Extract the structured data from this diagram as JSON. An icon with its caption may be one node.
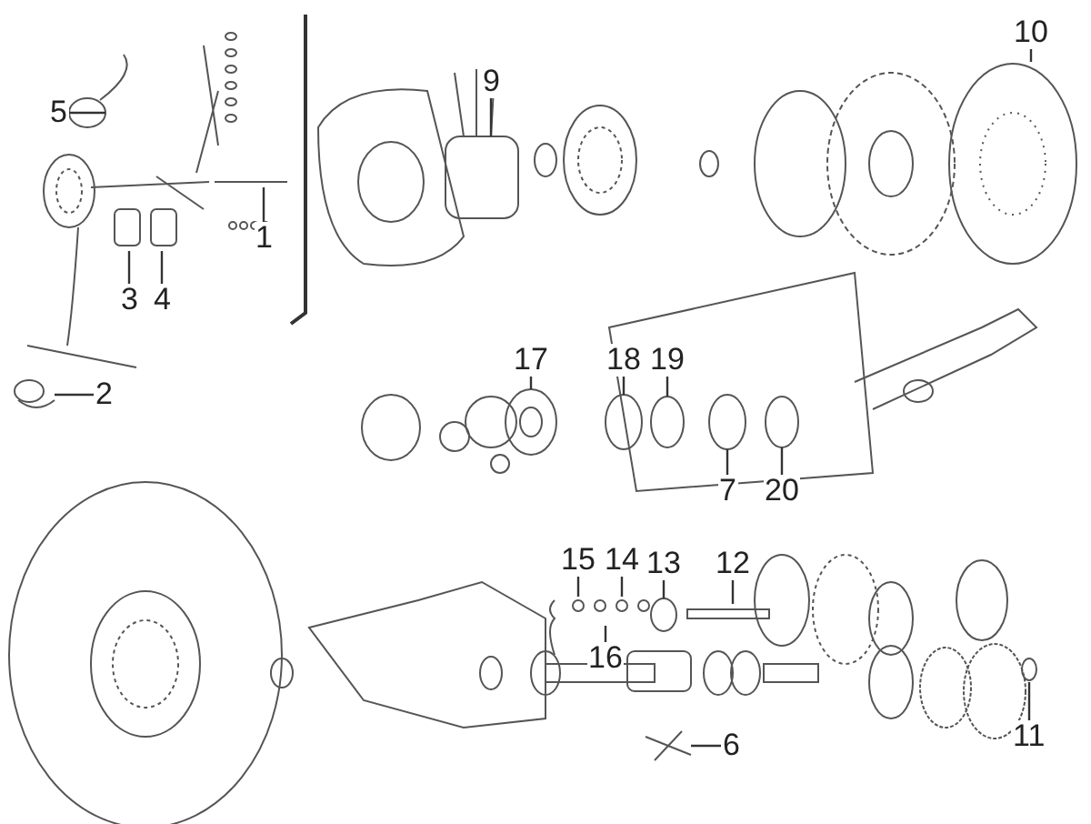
{
  "diagram": {
    "nodes": [
      {
        "text": [
          "10"
        ]
      },
      {
        "text": [
          "9"
        ]
      },
      {
        "text": [
          "5"
        ]
      },
      {
        "text": [
          "1"
        ]
      },
      {
        "text": [
          "3"
        ]
      },
      {
        "text": [
          "4"
        ]
      },
      {
        "text": [
          "17"
        ]
      },
      {
        "text": [
          "18"
        ]
      },
      {
        "text": [
          "19"
        ]
      },
      {
        "text": [
          "2"
        ]
      },
      {
        "text": [
          "7"
        ]
      },
      {
        "text": [
          "20"
        ]
      },
      {
        "text": [
          "15"
        ]
      },
      {
        "text": [
          "14"
        ]
      },
      {
        "text": [
          "13"
        ]
      },
      {
        "text": [
          "12"
        ]
      },
      {
        "text": [
          "16"
        ]
      },
      {
        "text": [
          "11"
        ]
      },
      {
        "text": [
          "6"
        ]
      }
    ],
    "edges": [
      {
        "from": 0,
        "to": null,
        "arrow": "none"
      },
      {
        "from": 1,
        "to": null,
        "arrow": "none"
      },
      {
        "from": 2,
        "to": null,
        "arrow": "none"
      },
      {
        "from": 3,
        "to": null,
        "arrow": "none"
      },
      {
        "from": 4,
        "to": null,
        "arrow": "none"
      },
      {
        "from": 5,
        "to": null,
        "arrow": "none"
      },
      {
        "from": 6,
        "to": null,
        "arrow": "none"
      },
      {
        "from": 7,
        "to": null,
        "arrow": "none"
      },
      {
        "from": 8,
        "to": null,
        "arrow": "none"
      },
      {
        "from": 9,
        "to": null,
        "arrow": "none"
      },
      {
        "from": 10,
        "to": null,
        "arrow": "none"
      },
      {
        "from": 11,
        "to": null,
        "arrow": "none"
      },
      {
        "from": 12,
        "to": null,
        "arrow": "none"
      },
      {
        "from": 13,
        "to": null,
        "arrow": "none"
      },
      {
        "from": 14,
        "to": null,
        "arrow": "none"
      },
      {
        "from": 15,
        "to": null,
        "arrow": "none"
      },
      {
        "from": 16,
        "to": null,
        "arrow": "none"
      },
      {
        "from": 17,
        "to": null,
        "arrow": "none"
      },
      {
        "from": 18,
        "to": null,
        "arrow": "none"
      }
    ]
  }
}
